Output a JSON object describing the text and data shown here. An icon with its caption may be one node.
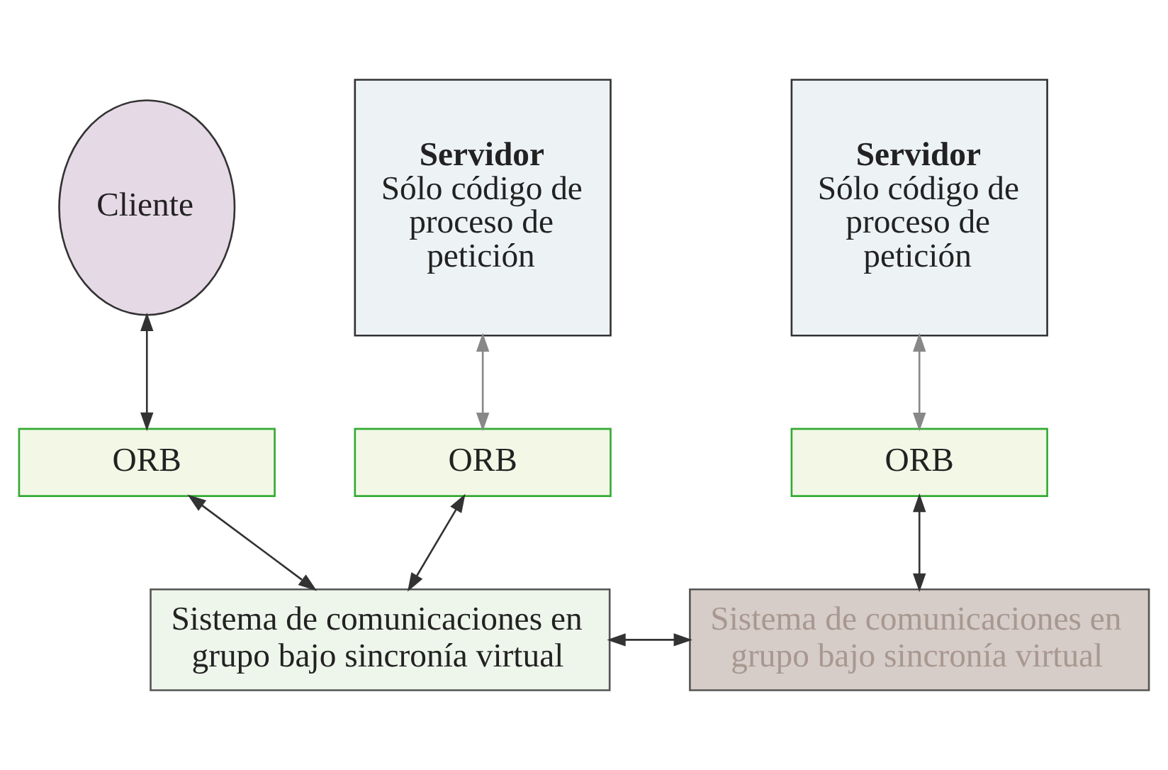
{
  "diagram": {
    "nodes": [
      {
        "text": [
          "Cliente"
        ]
      },
      {
        "text": [
          "Servidor",
          "Sólo código de proceso de petición"
        ]
      },
      {
        "text": [
          "Servidor",
          "Sólo código de proceso de petición"
        ]
      },
      {
        "text": [
          "ORB"
        ]
      },
      {
        "text": [
          "ORB"
        ]
      },
      {
        "text": [
          "ORB"
        ]
      },
      {
        "text": [
          "Sistema de comunicaciones en grupo bajo sincronía virtual"
        ]
      },
      {
        "text": [
          "Sistema de comunicaciones en grupo bajo sincronía virtual"
        ]
      }
    ],
    "edges": [
      {
        "from": 0,
        "to": 3,
        "arrow": "both"
      },
      {
        "from": 1,
        "to": 4,
        "arrow": "both",
        "color": "#888888"
      },
      {
        "from": 2,
        "to": 5,
        "arrow": "both",
        "color": "#888888"
      },
      {
        "from": 3,
        "to": 6,
        "arrow": "both"
      },
      {
        "from": 4,
        "to": 6,
        "arrow": "both"
      },
      {
        "from": 5,
        "to": 7,
        "arrow": "both"
      },
      {
        "from": 6,
        "to": 7,
        "arrow": "both"
      }
    ]
  }
}
